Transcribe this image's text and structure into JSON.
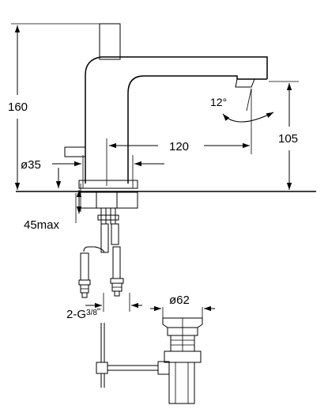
{
  "dimensions": {
    "height_total": "160",
    "height_outlet": "105",
    "reach": "120",
    "diameter_base": "ø35",
    "angle_swivel": "12°",
    "deck_thickness_max": "45max",
    "connection_thread": "2-G",
    "connection_thread_fraction": "3/8",
    "connection_thread_suffix": "\"",
    "waste_diameter": "ø62"
  },
  "icons": {
    "swivel_arrow": "curved-double-arrow-icon",
    "dimension_arrow": "arrowhead-icon"
  },
  "colors": {
    "line": "#000000",
    "background": "#ffffff"
  }
}
